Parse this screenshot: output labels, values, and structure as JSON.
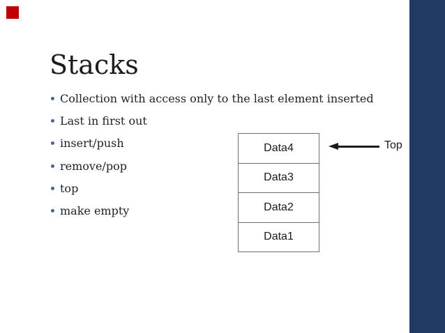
{
  "slide": {
    "title": "Stacks",
    "bullets": [
      "Collection with access only to the last element inserted",
      "Last in first out",
      "insert/push",
      "remove/pop",
      "top",
      "make empty"
    ],
    "stack_diagram": {
      "cells": [
        "Data4",
        "Data3",
        "Data2",
        "Data1"
      ],
      "pointer_label": "Top"
    },
    "theme_colors": {
      "accent_square_red": "#c00000",
      "side_bar_navy": "#1f3a63",
      "bullet_dot_blue": "#44679b",
      "box_border_gray": "#6e6e6e",
      "arrow_black": "#1a1a1a"
    }
  }
}
